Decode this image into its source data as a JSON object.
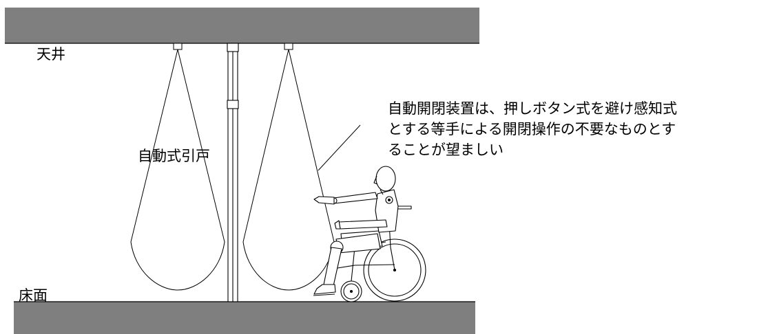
{
  "labels": {
    "ceiling": "天井",
    "floor": "床面",
    "door": "自動式引戸"
  },
  "note": {
    "lines": [
      "自動開閉装置は、押しボタン式を避け感知式",
      "とする等手による開閉操作の不要なものとす",
      "ることが望ましい"
    ]
  },
  "colors": {
    "slab": "#7f7f7f",
    "line": "#000000",
    "background": "#ffffff"
  }
}
